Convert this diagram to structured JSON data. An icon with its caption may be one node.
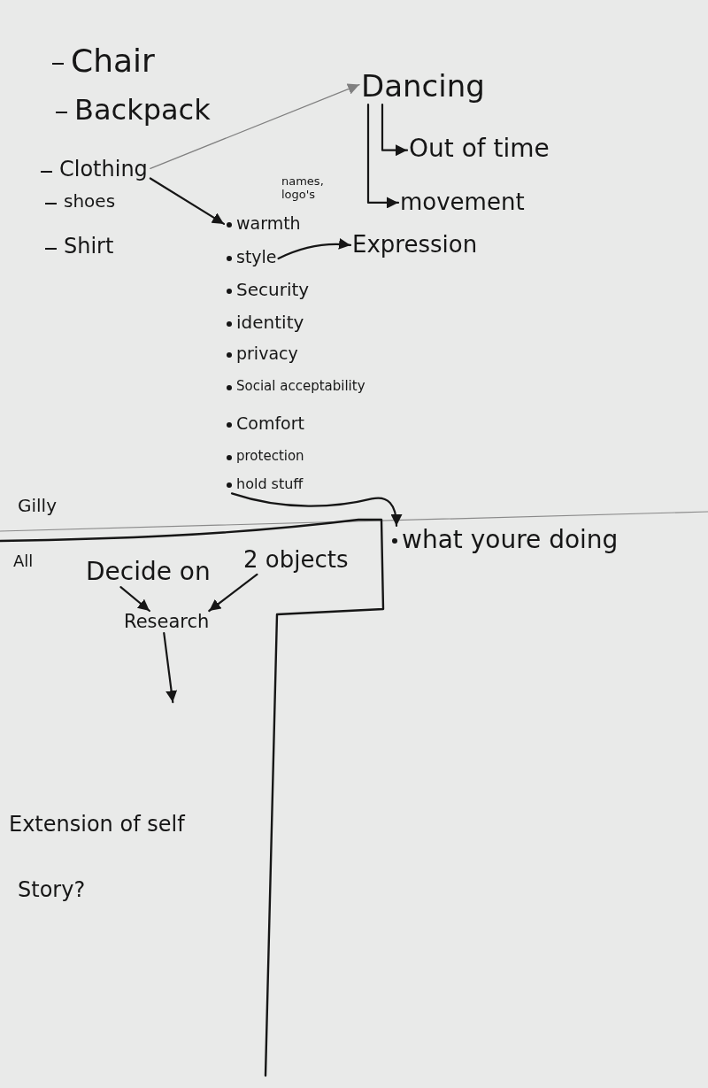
{
  "diagram": {
    "nodes": [
      {
        "text": [
          "Chair"
        ]
      },
      {
        "text": [
          "Backpack"
        ]
      },
      {
        "text": [
          "Clothing"
        ]
      },
      {
        "text": [
          "shoes"
        ]
      },
      {
        "text": [
          "Shirt"
        ]
      },
      {
        "text": [
          "Dancing"
        ]
      },
      {
        "text": [
          "Out of time"
        ]
      },
      {
        "text": [
          "movement"
        ]
      },
      {
        "text": [
          "warmth"
        ]
      },
      {
        "text": [
          "style"
        ]
      },
      {
        "text": [
          "Expression"
        ]
      },
      {
        "text": [
          "Security"
        ]
      },
      {
        "text": [
          "identity"
        ]
      },
      {
        "text": [
          "privacy"
        ]
      },
      {
        "text": [
          "Social acceptability"
        ]
      },
      {
        "text": [
          "Comfort"
        ]
      },
      {
        "text": [
          "protection"
        ]
      },
      {
        "text": [
          "hold stuff"
        ]
      },
      {
        "text": [
          "what youre doing"
        ]
      },
      {
        "text": [
          "Decide on"
        ]
      },
      {
        "text": [
          "2 objects"
        ]
      },
      {
        "text": [
          "Research"
        ]
      }
    ],
    "edges": [
      {
        "from": 2,
        "to": 5,
        "arrow": "to",
        "color": "#808080"
      },
      {
        "from": 2,
        "to": 8,
        "arrow": "to"
      },
      {
        "from": 5,
        "to": 6,
        "arrow": "to"
      },
      {
        "from": 5,
        "to": 7,
        "arrow": "to"
      },
      {
        "from": 9,
        "to": 10,
        "arrow": "to"
      },
      {
        "from": 17,
        "to": 18,
        "arrow": "to"
      },
      {
        "from": 19,
        "to": 21,
        "arrow": "to"
      },
      {
        "from": 20,
        "to": 21,
        "arrow": "to"
      },
      {
        "from": 21,
        "to": null,
        "arrow": "to"
      }
    ],
    "labels": [
      "names, logo's",
      "Gilly",
      "All",
      "Extension of self",
      "Story?"
    ]
  }
}
